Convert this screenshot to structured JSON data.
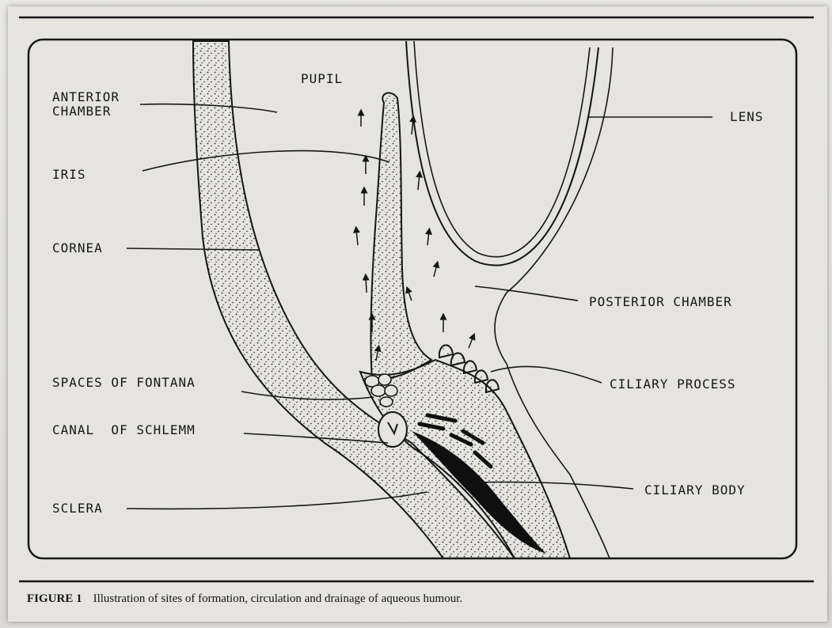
{
  "diagram": {
    "labels": {
      "pupil": "PUPIL",
      "anterior_chamber": "ANTERIOR\nCHAMBER",
      "lens": "LENS",
      "iris": "IRIS",
      "cornea": "CORNEA",
      "posterior_chamber": "POSTERIOR CHAMBER",
      "spaces_of_fontana": "SPACES OF FONTANA",
      "ciliary_process": "CILIARY PROCESS",
      "canal_of_schlemm": "CANAL  OF SCHLEMM",
      "ciliary_body": "CILIARY BODY",
      "sclera": "SCLERA"
    }
  },
  "caption": {
    "figure_number": "FIGURE 1",
    "text": "Illustration of sites of formation, circulation and drainage of aqueous humour."
  },
  "colors": {
    "ink": "#161616",
    "paper": "#e5e4df"
  }
}
